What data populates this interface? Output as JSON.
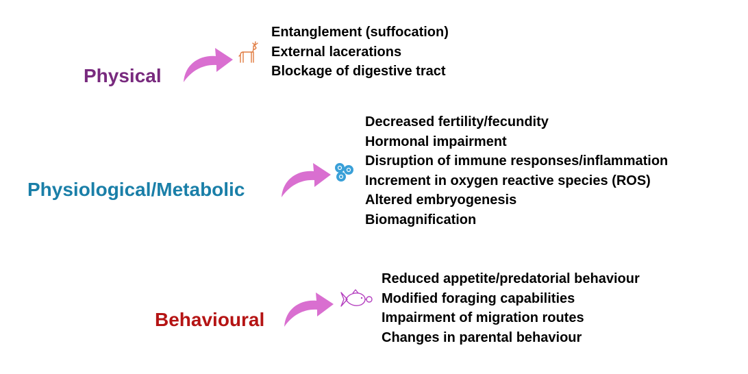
{
  "colors": {
    "physical": "#782a7e",
    "physiological": "#1a7fa8",
    "behavioural": "#b51414",
    "arrow": "#d96fd0",
    "deer": "#e07a3f",
    "cells": "#3aa0d8",
    "fish": "#b43fbf"
  },
  "categories": [
    {
      "label": "Physical",
      "icon": "deer-icon",
      "effects": [
        "Entanglement (suffocation)",
        "External lacerations",
        "Blockage of digestive tract"
      ]
    },
    {
      "label": "Physiological/Metabolic",
      "icon": "cells-icon",
      "effects": [
        "Decreased fertility/fecundity",
        "Hormonal impairment",
        "Disruption of immune responses/inflammation",
        "Increment in oxygen reactive species (ROS)",
        "Altered embryogenesis",
        "Biomagnification"
      ]
    },
    {
      "label": "Behavioural",
      "icon": "fish-icon",
      "effects": [
        "Reduced appetite/predatorial behaviour",
        "Modified foraging capabilities",
        "Impairment of migration routes",
        "Changes in parental behaviour"
      ]
    }
  ]
}
